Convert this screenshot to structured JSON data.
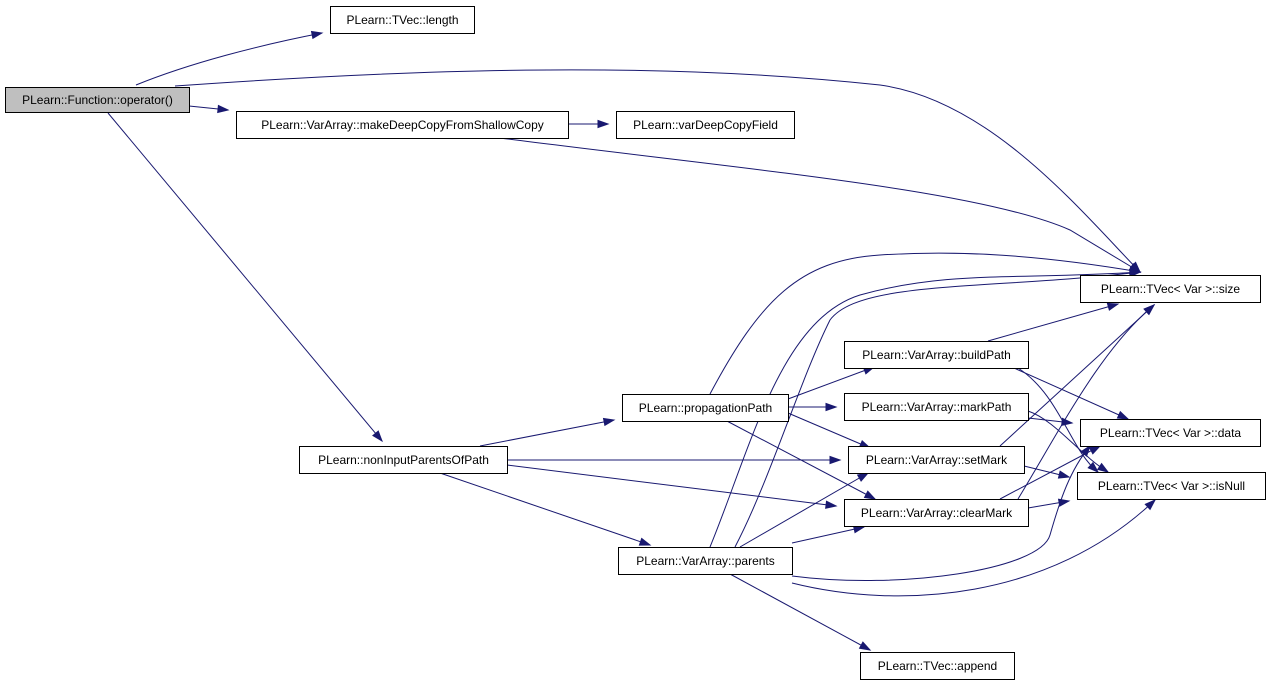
{
  "nodes": [
    {
      "id": "fn_op",
      "label": "PLearn::Function::operator()",
      "root": true
    },
    {
      "id": "tvec_len",
      "label": "PLearn::TVec::length"
    },
    {
      "id": "mdc",
      "label": "PLearn::VarArray::makeDeepCopyFromShallowCopy"
    },
    {
      "id": "vdcf",
      "label": "PLearn::varDeepCopyField"
    },
    {
      "id": "size",
      "label": "PLearn::TVec< Var >::size"
    },
    {
      "id": "bpath",
      "label": "PLearn::VarArray::buildPath"
    },
    {
      "id": "ppath",
      "label": "PLearn::propagationPath"
    },
    {
      "id": "mpath",
      "label": "PLearn::VarArray::markPath"
    },
    {
      "id": "data",
      "label": "PLearn::TVec< Var >::data"
    },
    {
      "id": "nipop",
      "label": "PLearn::nonInputParentsOfPath"
    },
    {
      "id": "smark",
      "label": "PLearn::VarArray::setMark"
    },
    {
      "id": "isnull",
      "label": "PLearn::TVec< Var >::isNull"
    },
    {
      "id": "cmark",
      "label": "PLearn::VarArray::clearMark"
    },
    {
      "id": "parents",
      "label": "PLearn::VarArray::parents"
    },
    {
      "id": "append",
      "label": "PLearn::TVec::append"
    }
  ],
  "edges": [
    {
      "from": "fn_op",
      "to": "tvec_len"
    },
    {
      "from": "fn_op",
      "to": "size"
    },
    {
      "from": "fn_op",
      "to": "mdc"
    },
    {
      "from": "fn_op",
      "to": "nipop"
    },
    {
      "from": "mdc",
      "to": "vdcf"
    },
    {
      "from": "mdc",
      "to": "size"
    },
    {
      "from": "ppath",
      "to": "size"
    },
    {
      "from": "ppath",
      "to": "bpath"
    },
    {
      "from": "ppath",
      "to": "mpath"
    },
    {
      "from": "ppath",
      "to": "smark"
    },
    {
      "from": "ppath",
      "to": "cmark"
    },
    {
      "from": "bpath",
      "to": "size"
    },
    {
      "from": "bpath",
      "to": "data"
    },
    {
      "from": "bpath",
      "to": "isnull"
    },
    {
      "from": "mpath",
      "to": "data"
    },
    {
      "from": "mpath",
      "to": "isnull"
    },
    {
      "from": "smark",
      "to": "size"
    },
    {
      "from": "smark",
      "to": "isnull"
    },
    {
      "from": "cmark",
      "to": "size"
    },
    {
      "from": "cmark",
      "to": "data"
    },
    {
      "from": "cmark",
      "to": "isnull"
    },
    {
      "from": "nipop",
      "to": "ppath"
    },
    {
      "from": "nipop",
      "to": "smark"
    },
    {
      "from": "nipop",
      "to": "cmark"
    },
    {
      "from": "nipop",
      "to": "parents"
    },
    {
      "from": "parents",
      "to": "size"
    },
    {
      "from": "parents",
      "to": "smark"
    },
    {
      "from": "parents",
      "to": "cmark"
    },
    {
      "from": "parents",
      "to": "data"
    },
    {
      "from": "parents",
      "to": "isnull"
    },
    {
      "from": "parents",
      "to": "append"
    },
    {
      "from": "parents",
      "to": "mpath"
    }
  ]
}
